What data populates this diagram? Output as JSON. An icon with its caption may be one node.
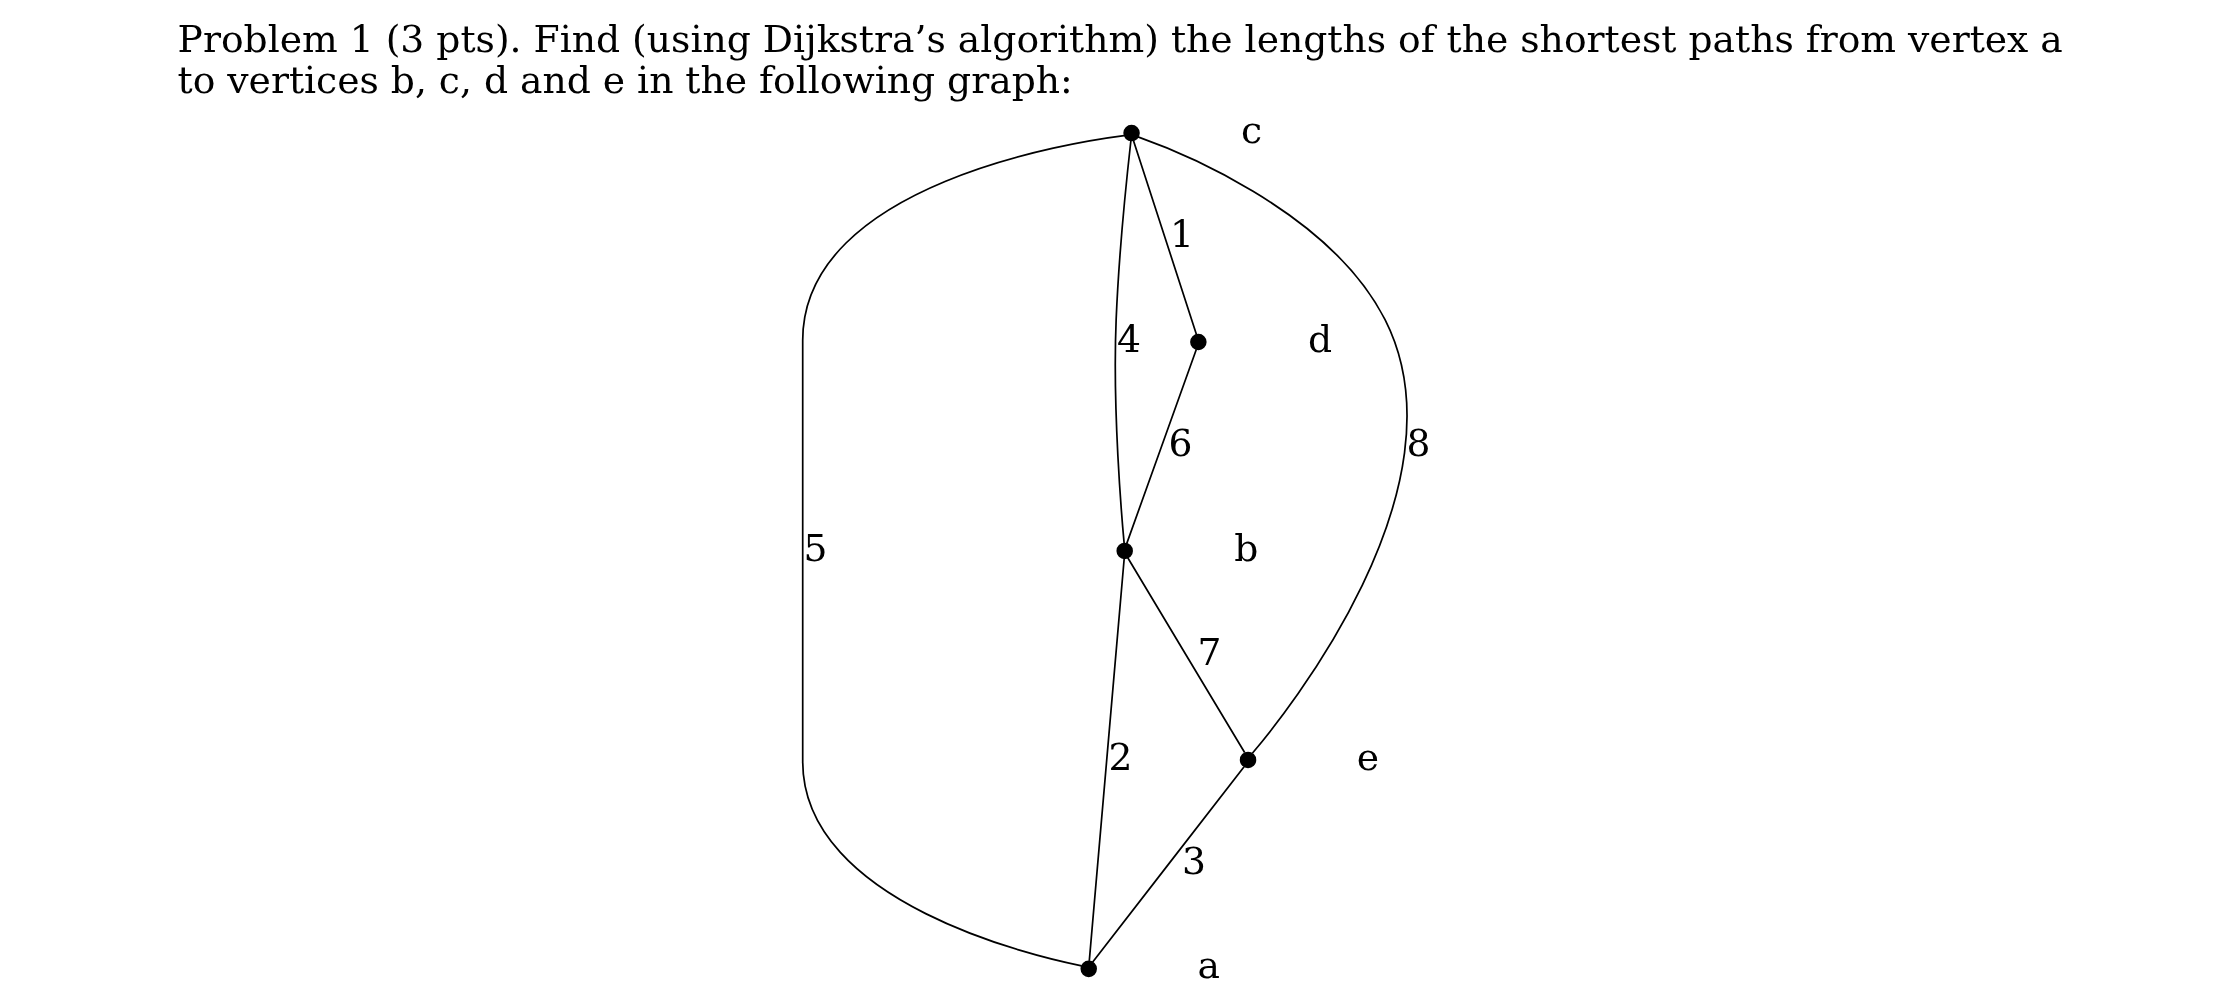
{
  "diagram": {
    "title": "Problem 1 (3 pts). Find (using Dijkstra’s algorithm) the lengths of the shortest paths from vertex a to vertices b, c, d and e in the following graph:",
    "nodes": [
      {
        "text": [],
        "shape": "circle",
        "beside": [
          "b"
        ]
      },
      {
        "text": [],
        "shape": "circle",
        "beside": [
          "c"
        ]
      },
      {
        "text": [],
        "shape": "circle",
        "beside": [
          "a"
        ]
      },
      {
        "text": [],
        "shape": "circle",
        "beside": [
          "d"
        ]
      },
      {
        "text": [],
        "shape": "circle",
        "beside": [
          "e"
        ]
      }
    ],
    "edges": [
      {
        "from": 1,
        "to": 0,
        "arrow": "none",
        "label": "4"
      },
      {
        "from": 1,
        "to": 2,
        "arrow": "none",
        "label": "5"
      },
      {
        "from": 0,
        "to": 2,
        "arrow": "none",
        "label": "2"
      },
      {
        "from": 1,
        "to": 3,
        "arrow": "none",
        "label": "1"
      },
      {
        "from": 3,
        "to": 0,
        "arrow": "none",
        "label": "6"
      },
      {
        "from": 1,
        "to": 4,
        "arrow": "none",
        "label": "8"
      },
      {
        "from": 0,
        "to": 4,
        "arrow": "none",
        "label": "7"
      },
      {
        "from": 4,
        "to": 2,
        "arrow": "none",
        "label": "3"
      }
    ]
  }
}
